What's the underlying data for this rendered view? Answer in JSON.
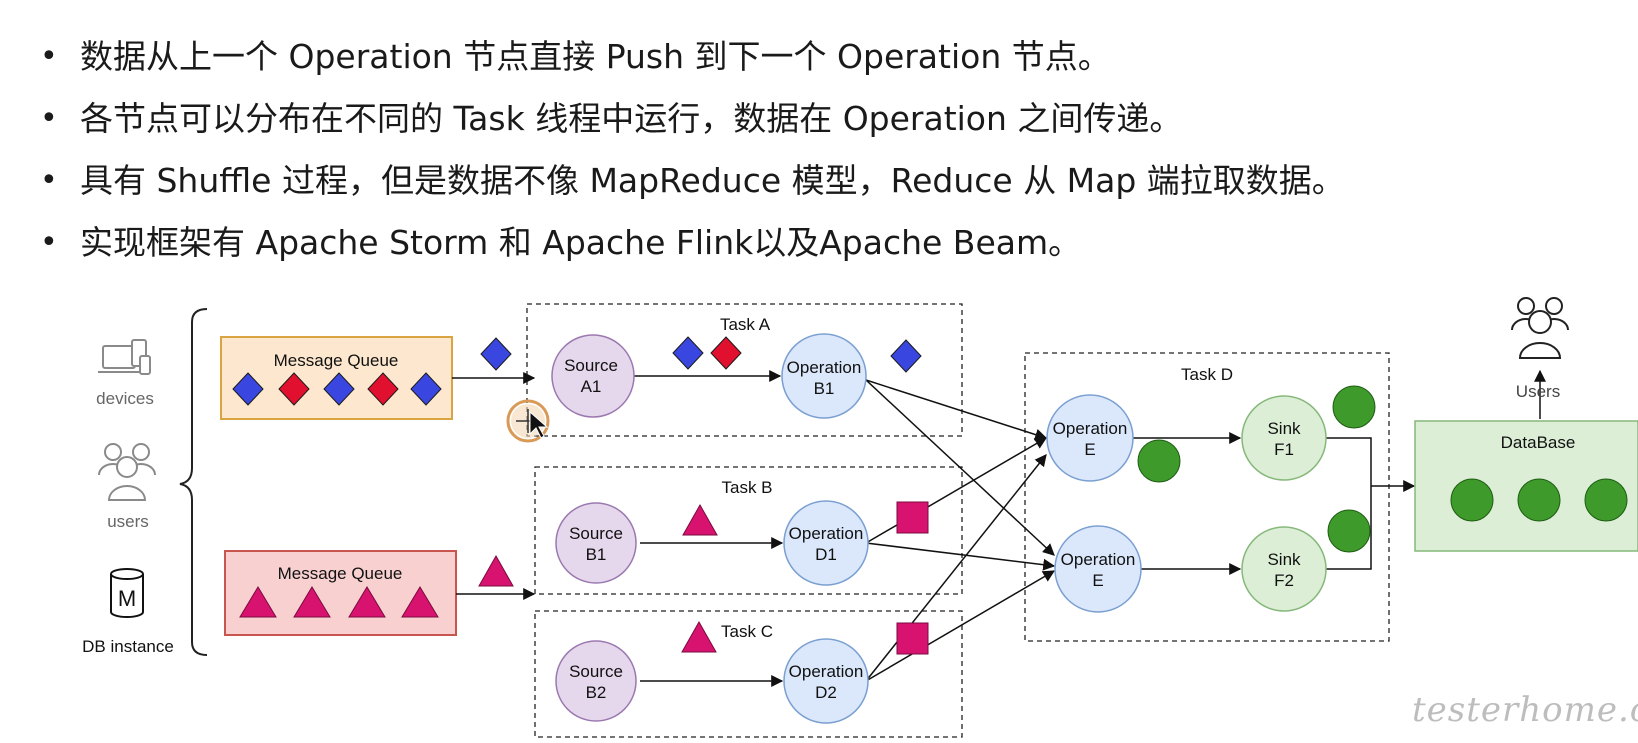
{
  "bullets": [
    "数据从上一个 Operation 节点直接 Push 到下一个 Operation 节点。",
    "各节点可以分布在不同的 Task 线程中运行，数据在 Operation 之间传递。",
    "具有 Shuffle 过程，但是数据不像 MapReduce 模型，Reduce 从 Map 端拉取数据。",
    "实现框架有 Apache Storm 和 Apache Flink以及Apache Beam。"
  ],
  "sources": {
    "devices": "devices",
    "users": "users",
    "db_icon_letter": "M",
    "db_instance": "DB instance"
  },
  "queues": {
    "top": "Message Queue",
    "bottom": "Message Queue"
  },
  "tasks": {
    "a": "Task A",
    "b": "Task B",
    "c": "Task C",
    "d": "Task D"
  },
  "nodes": {
    "source_a1": [
      "Source",
      "A1"
    ],
    "op_b1": [
      "Operation",
      "B1"
    ],
    "source_b1": [
      "Source",
      "B1"
    ],
    "op_d1": [
      "Operation",
      "D1"
    ],
    "source_b2": [
      "Source",
      "B2"
    ],
    "op_d2": [
      "Operation",
      "D2"
    ],
    "op_e1": [
      "Operation",
      "E"
    ],
    "op_e2": [
      "Operation",
      "E"
    ],
    "sink_f1": [
      "Sink",
      "F1"
    ],
    "sink_f2": [
      "Sink",
      "F2"
    ]
  },
  "database": "DataBase",
  "users_top": "Users",
  "watermark": "testerhome.com",
  "colors": {
    "blue_diamond": "#3a46e0",
    "red_diamond": "#e0102e",
    "magenta": "#d8136f",
    "green_ball": "#3e9a2b",
    "purple_node": "#e6d8ec",
    "blue_node": "#dbe8fb",
    "green_node": "#dcefd6"
  }
}
